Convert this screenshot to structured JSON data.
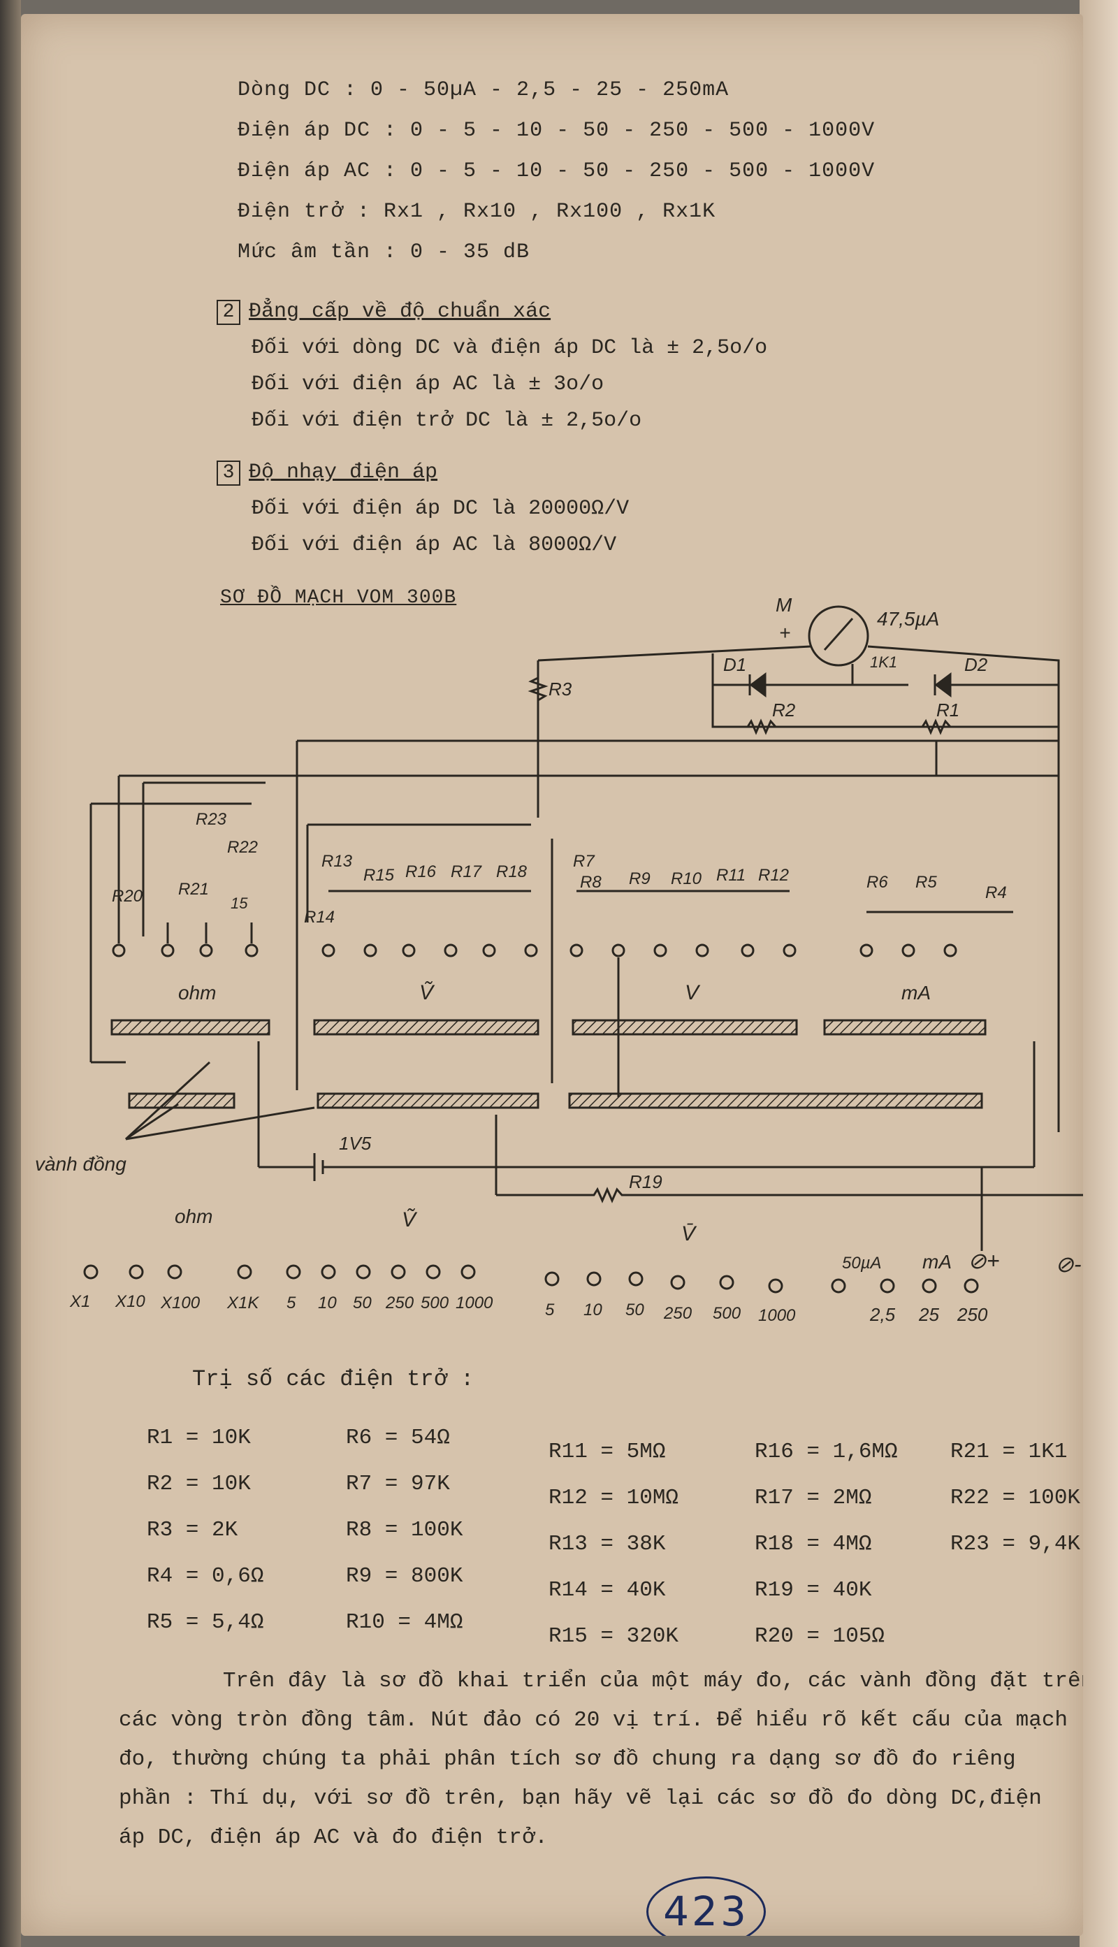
{
  "specs": [
    "Dòng DC : 0 - 50µA - 2,5 - 25 - 250mA",
    "Điện áp DC : 0 - 5 - 10 - 50 - 250 - 500 - 1000V",
    "Điện áp AC : 0 - 5 - 10 - 50 - 250 - 500 - 1000V",
    "Điện trở   : Rx1 , Rx10 , Rx100 , Rx1K",
    "Mức âm tần : 0 - 35 dB"
  ],
  "accuracy": {
    "number": "2",
    "heading": "Đẳng cấp về độ chuẩn xác",
    "lines": [
      "Đối với dòng DC và điện áp DC là ± 2,5o/o",
      "Đối với điện áp AC là ± 3o/o",
      "Đối với điện trở DC là ± 2,5o/o"
    ]
  },
  "sensitivity": {
    "number": "3",
    "heading": "Độ nhạy điện áp",
    "lines": [
      "Đối với điện áp DC là 20000Ω/V",
      "Đối với điện áp AC là  8000Ω/V"
    ]
  },
  "diagram": {
    "title": "SƠ ĐỒ MẠCH VOM 300B",
    "meter_label": "M",
    "meter_plus": "+",
    "meter_current": "47,5µA",
    "meter_resistance": "1K1",
    "labels": {
      "D1": "D1",
      "D2": "D2",
      "R1": "R1",
      "R2": "R2",
      "R3": "R3",
      "R4": "R4",
      "R5": "R5",
      "R6": "R6",
      "R7": "R7",
      "R8": "R8",
      "R9": "R9",
      "R10": "R10",
      "R11": "R11",
      "R12": "R12",
      "R13": "R13",
      "R14": "R14",
      "R15": "R15",
      "R16": "R16",
      "R17": "R17",
      "R18": "R18",
      "R19": "R19",
      "R20": "R20",
      "R21": "R21",
      "R22": "R22",
      "R23": "R23",
      "bat15": "15",
      "bat1v5": "1V5"
    },
    "group_labels": {
      "ohm_upper": "ohm",
      "vac_upper": "Ṽ",
      "vdc_upper": "V",
      "ma_upper": "mA"
    },
    "vanh_dong": "vành đồng",
    "bottom_group_labels": {
      "ohm": "ohm",
      "vac": "Ṽ",
      "vdc": "V̄"
    },
    "terminals": {
      "ua50": "50µA",
      "ma": "mA",
      "plus": "⊘+",
      "minus": "⊘-"
    },
    "scale_labels": {
      "ohm": [
        "X1",
        "X10",
        "X100",
        "X1K"
      ],
      "vac": [
        "5",
        "10",
        "50",
        "250",
        "500",
        "1000"
      ],
      "vdc": [
        "5",
        "10",
        "50",
        "250",
        "500",
        "1000"
      ],
      "ma": [
        "2,5",
        "25",
        "250"
      ]
    }
  },
  "resistor_values_title": "Trị số các điện trở :",
  "resistor_values": [
    [
      "R1 = 10K",
      "R2 = 10K",
      "R3 = 2K",
      "R4 = 0,6Ω",
      "R5 = 5,4Ω"
    ],
    [
      "R6 = 54Ω",
      "R7 = 97K",
      "R8 = 100K",
      "R9 = 800K",
      "R10 = 4MΩ"
    ],
    [
      "R11 = 5MΩ",
      "R12 = 10MΩ",
      "R13 = 38K",
      "R14 = 40K",
      "R15 = 320K"
    ],
    [
      "R16 = 1,6MΩ",
      "R17 = 2MΩ",
      "R18 = 4MΩ",
      "R19 = 40K",
      "R20 = 105Ω"
    ],
    [
      "R21 = 1K1",
      "R22 = 100K",
      "R23 = 9,4K"
    ]
  ],
  "paragraph": [
    "        Trên đây là sơ đồ khai triển của một máy đo, các vành đồng đặt trên",
    "các vòng tròn đồng tâm. Nút đảo có 20 vị trí. Để hiểu rõ kết cấu của mạch",
    "đo, thường chúng ta phải phân tích sơ đồ chung ra dạng sơ đồ đo riêng",
    "phần : Thí dụ, với sơ đồ trên, bạn hãy vẽ lại các sơ đồ đo dòng DC,điện",
    "áp DC, điện áp AC và đo điện trở."
  ],
  "page_number": "423"
}
